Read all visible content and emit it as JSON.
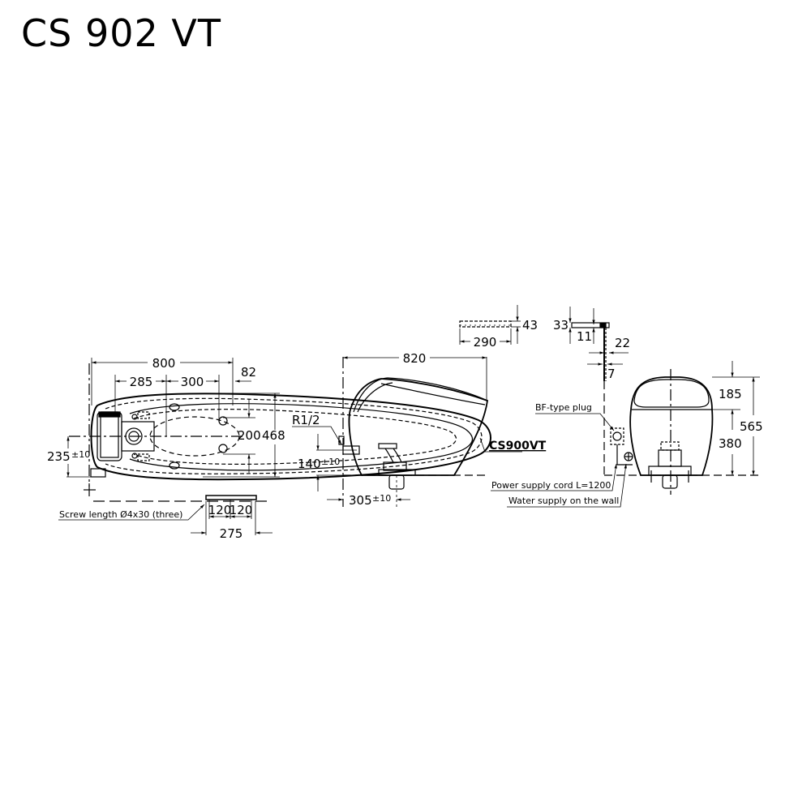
{
  "title": "CS 902 VT",
  "colors": {
    "line": "#000000",
    "background": "#ffffff"
  },
  "top_view": {
    "dims": {
      "overall_length": "800",
      "to_center": "285",
      "center_to_hole": "300",
      "front_overhang": "82",
      "hole_spacing": "200",
      "overall_width": "468",
      "supply_offset": "235",
      "supply_tolerance": "±10"
    }
  },
  "bracket_view": {
    "note": "Screw length Ø4x30 (three)",
    "dims": {
      "left_spacing": "120",
      "right_spacing": "120",
      "overall": "275"
    }
  },
  "side_view": {
    "dims": {
      "overall_length": "820",
      "supply_height": "140",
      "supply_height_tolerance": "±10",
      "drain_offset": "305",
      "drain_offset_tolerance": "±10"
    },
    "labels": {
      "thread": "R1/2",
      "model": "CS900VT"
    }
  },
  "remote_view": {
    "dims": {
      "width": "290",
      "height": "43"
    }
  },
  "holder_view": {
    "dims": {
      "height": "33",
      "depth": "11",
      "projection": "22",
      "plate": "7"
    }
  },
  "front_view": {
    "dims": {
      "seat_height": "185",
      "bowl_height": "380",
      "overall_height": "565"
    },
    "labels": {
      "plug": "BF-type plug",
      "power_cord": "Power supply cord L=1200",
      "water_supply": "Water supply on the wall"
    }
  }
}
